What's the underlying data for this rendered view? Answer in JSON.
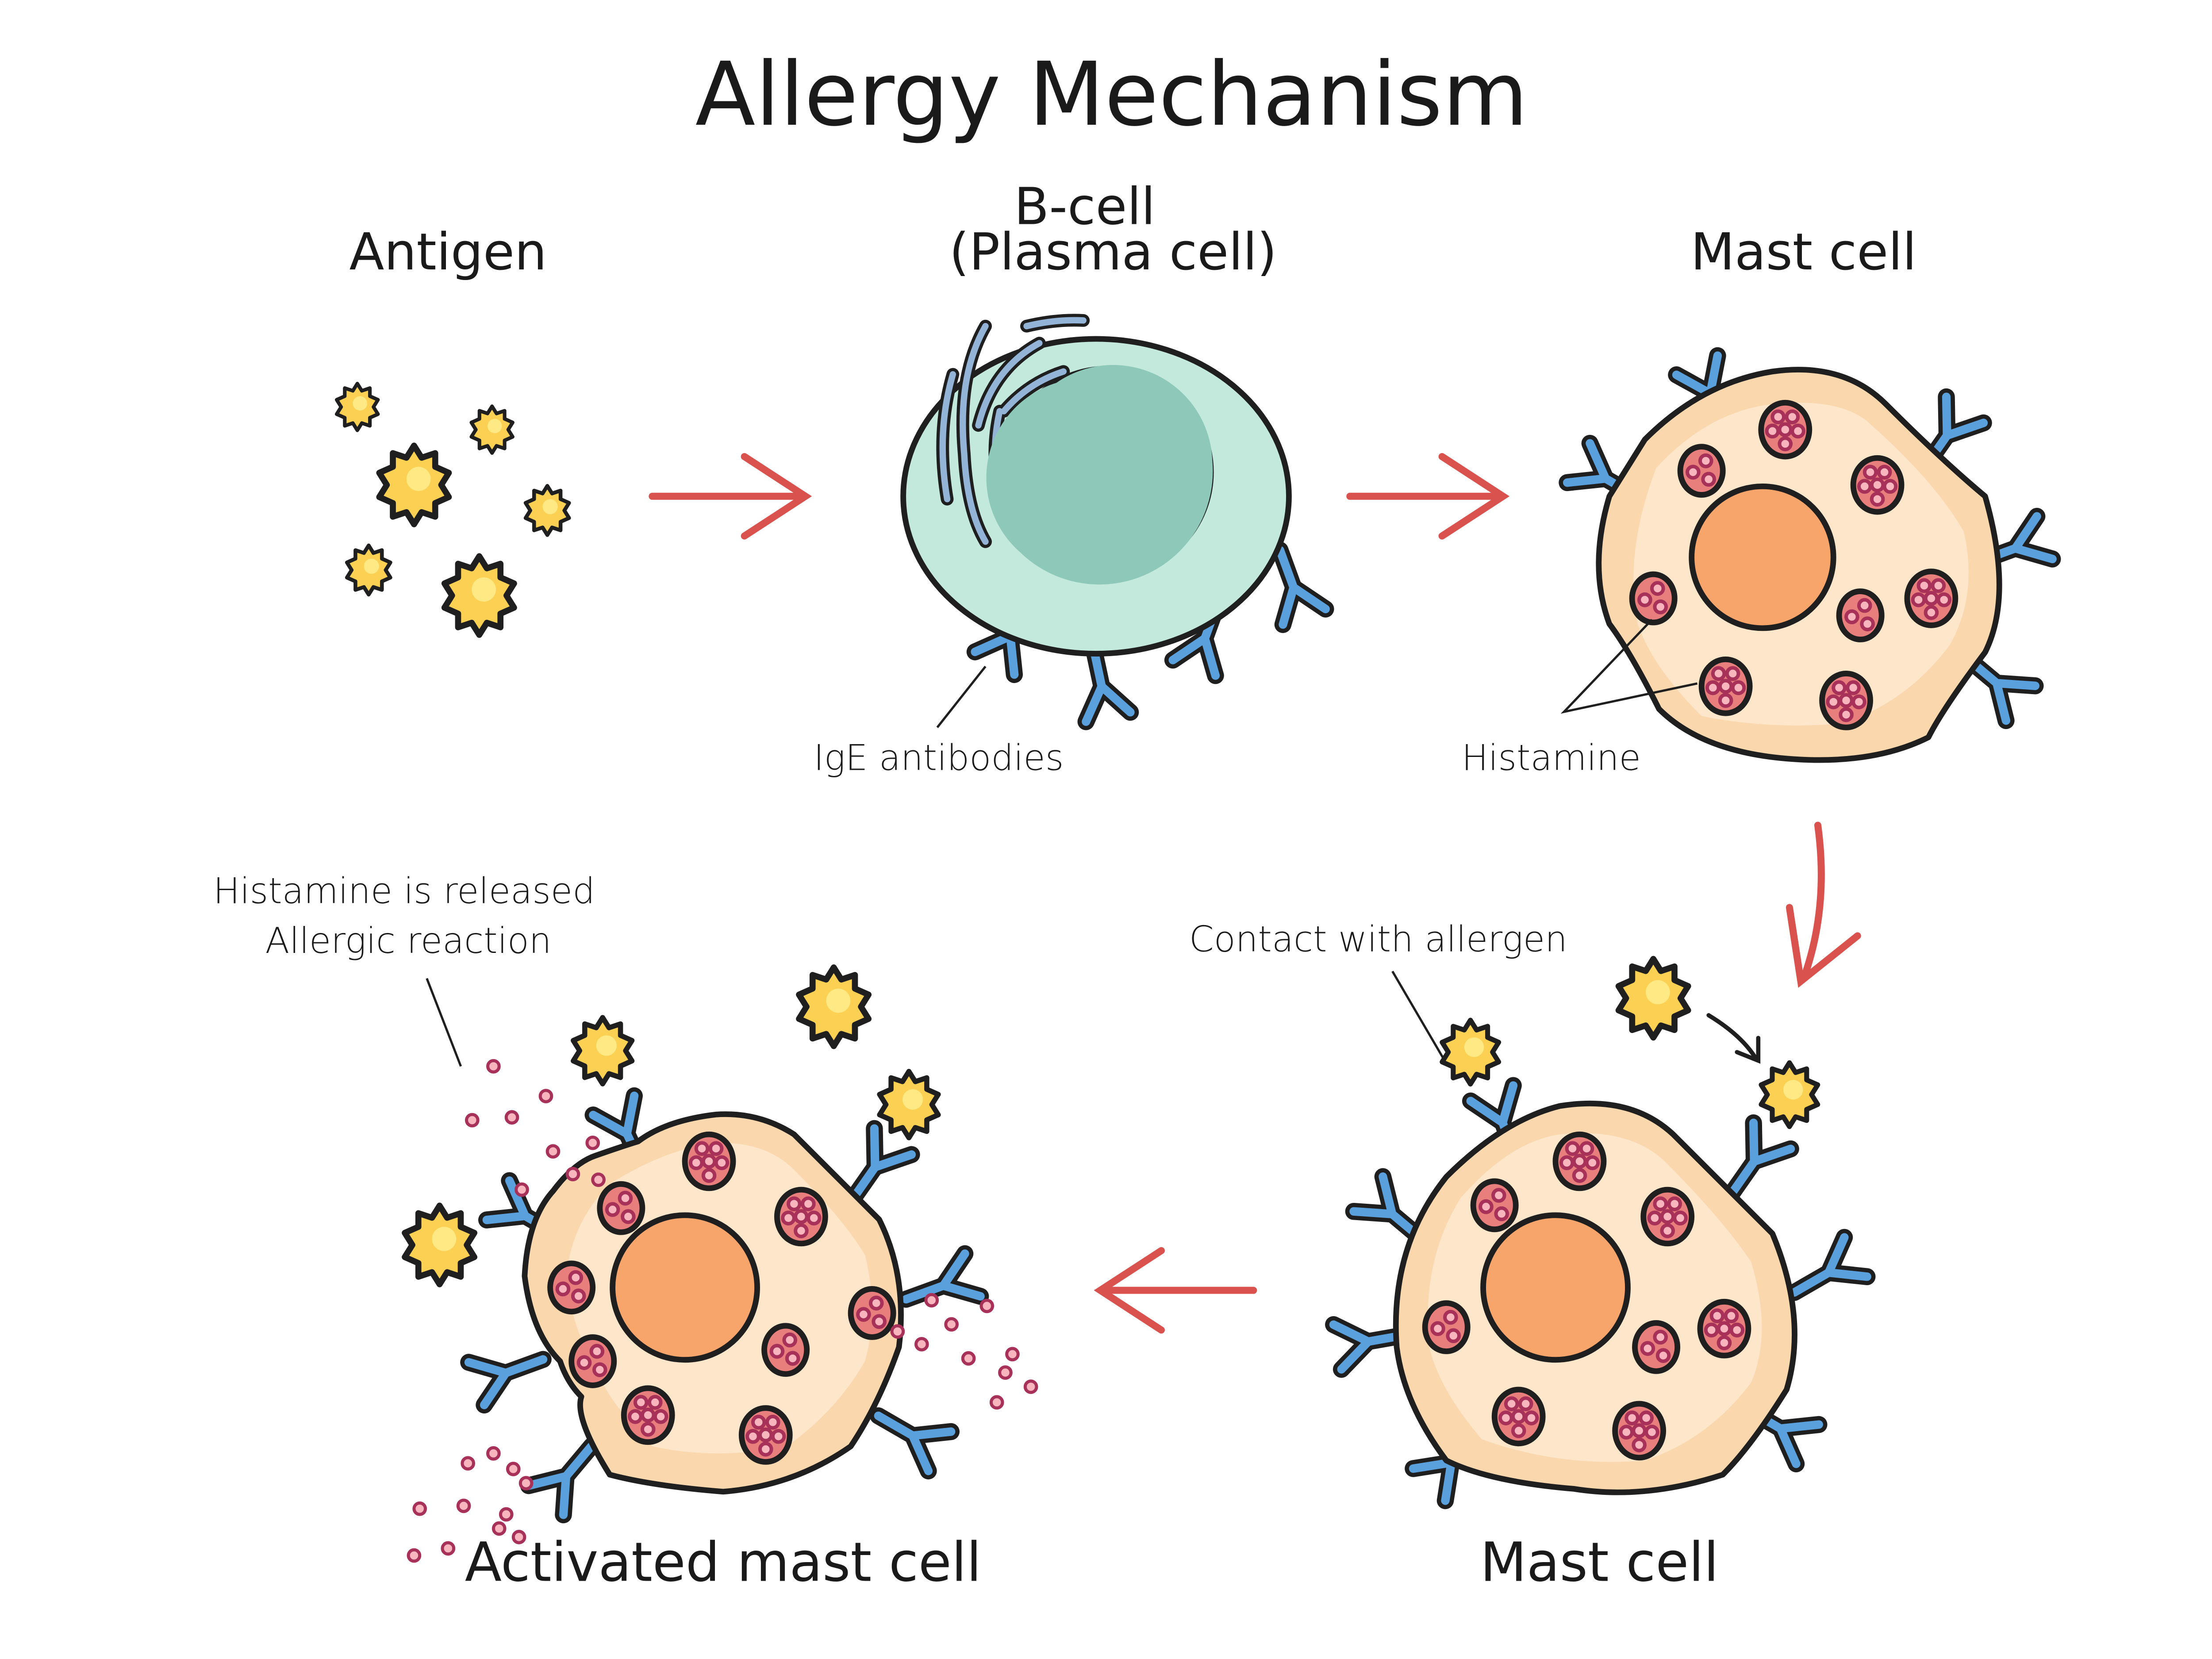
{
  "title": "Allergy Mechanism",
  "stages": {
    "antigen": {
      "label": "Antigen"
    },
    "b_cell": {
      "label_line1": "B-cell",
      "label_line2": "(Plasma cell)",
      "annotation": "IgE antibodies"
    },
    "mast_cell_sensitized": {
      "label": "Mast cell",
      "annotation": "Histamine"
    },
    "mast_cell_contact": {
      "label": "Mast cell",
      "annotation": "Contact with allergen"
    },
    "activated_mast_cell": {
      "label": "Activated mast cell",
      "annotation_line1": "Histamine is released",
      "annotation_line2": "Allergic reaction"
    }
  },
  "flow": [
    "Antigen",
    "B-cell (Plasma cell)",
    "Mast cell",
    "Mast cell (contact with allergen)",
    "Activated mast cell"
  ],
  "colors": {
    "arrow": "#d9524e",
    "antigen_fill": "#fcd052",
    "antigen_highlight": "#fee984",
    "b_cell_cytoplasm": "#c2e9dc",
    "b_cell_nucleus": "#8dc8b8",
    "er": "#93b4d6",
    "antibody": "#5aa0dc",
    "mast_cytoplasm": "#fde6c9",
    "mast_cytoplasm_edge": "#fbd7ad",
    "mast_nucleus": "#f7a56a",
    "granule": "#e87f7c",
    "granule_dot": "#f9b5bd",
    "granule_ring": "#a8315a",
    "outline": "#1f1f1f"
  }
}
